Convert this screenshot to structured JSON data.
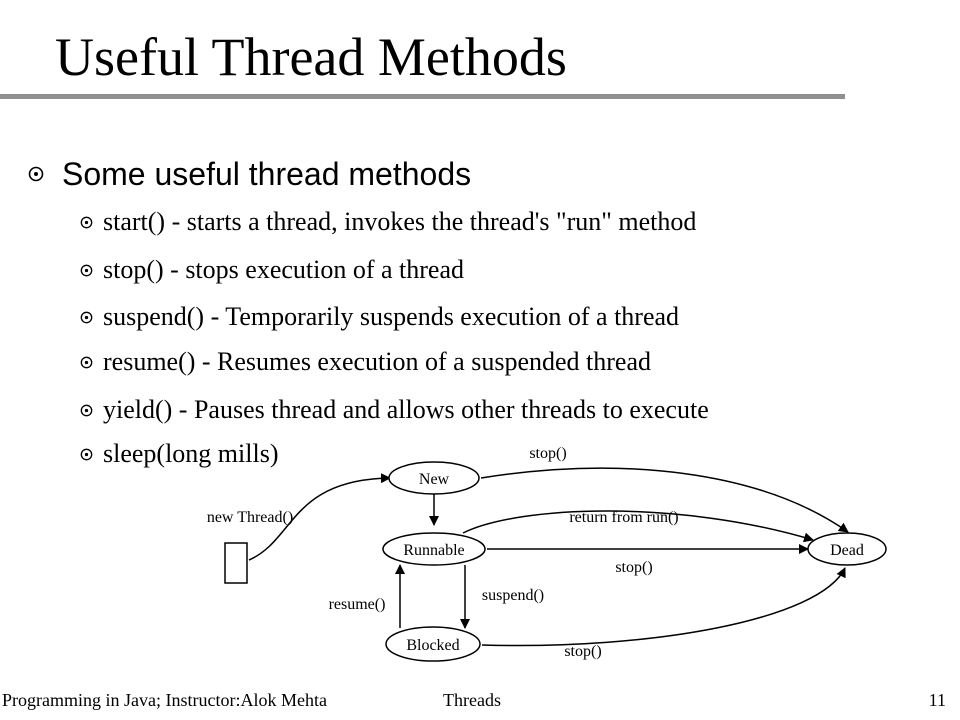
{
  "slide": {
    "title": "Useful Thread Methods",
    "main_bullet": "Some useful thread methods",
    "sub_bullets": [
      "start() - starts a thread, invokes the thread's \"run\" method",
      "stop() - stops execution of a thread",
      "suspend() - Temporarily suspends execution of a thread",
      "resume() - Resumes execution of a suspended thread",
      "yield() - Pauses thread and allows other threads to execute",
      "sleep(long mills)"
    ],
    "bullet_icon": "bullet-icon"
  },
  "diagram": {
    "states": {
      "new": "New",
      "runnable": "Runnable",
      "dead": "Dead",
      "blocked": "Blocked"
    },
    "labels": {
      "stop_top": "stop()",
      "new_thread": "new Thread()",
      "return_from_run": "return from run()",
      "stop_middle": "stop()",
      "suspend": "suspend()",
      "resume": "resume()",
      "stop_bottom": "stop()"
    }
  },
  "footer": {
    "course": "Programming in Java; Instructor:Alok Mehta",
    "topic": "Threads",
    "page_number": "11"
  },
  "colors": {
    "title_rule": "#909090",
    "text": "#000000",
    "background": "#ffffff"
  }
}
